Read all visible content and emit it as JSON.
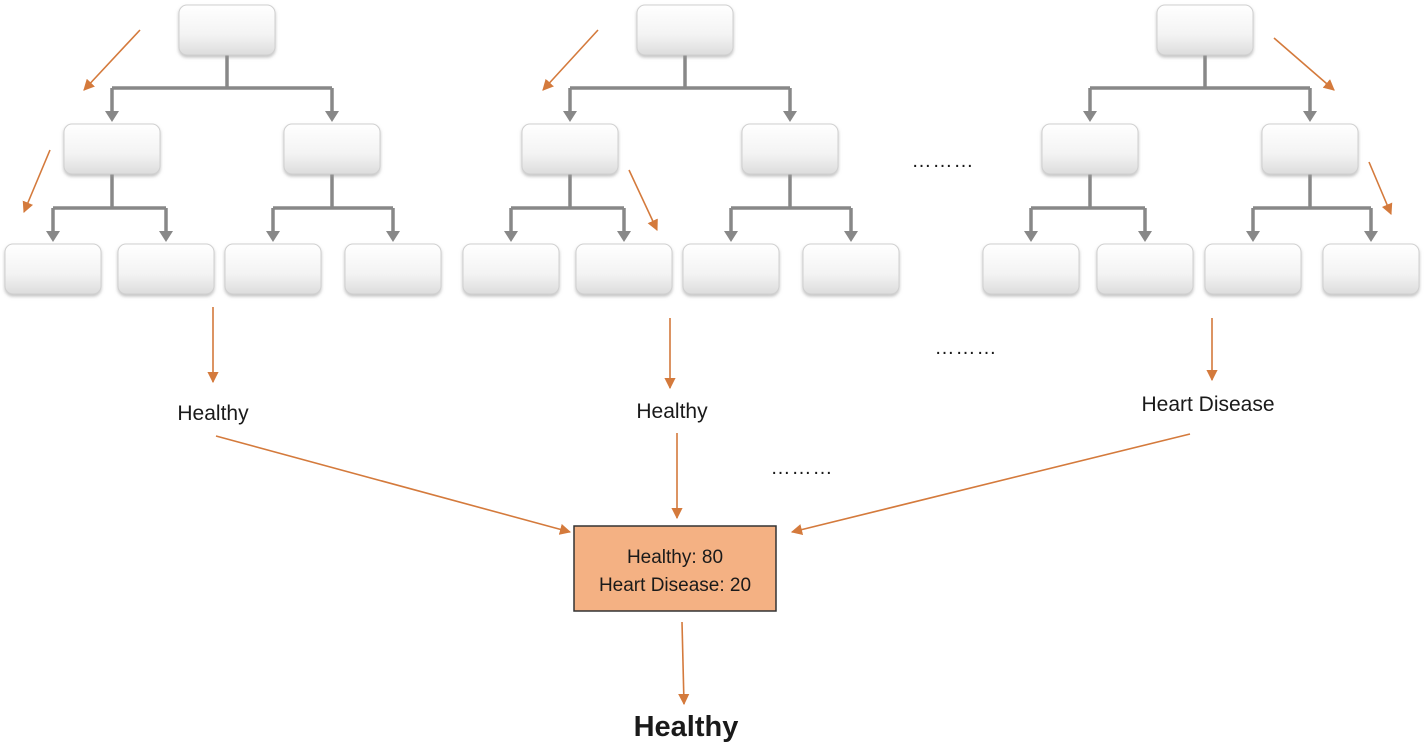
{
  "trees": [
    {
      "vote": "Healthy"
    },
    {
      "vote": "Healthy"
    },
    {
      "vote": "Heart Disease"
    }
  ],
  "ellipses": [
    "………",
    "………",
    "………"
  ],
  "aggregate": {
    "line1": "Healthy: 80",
    "line2": "Heart Disease: 20"
  },
  "final_prediction": "Healthy",
  "colors": {
    "path_arrow": "#d47a3c",
    "tree_connector": "#888888",
    "aggregate_fill": "#f4b183",
    "aggregate_border": "#333333"
  }
}
